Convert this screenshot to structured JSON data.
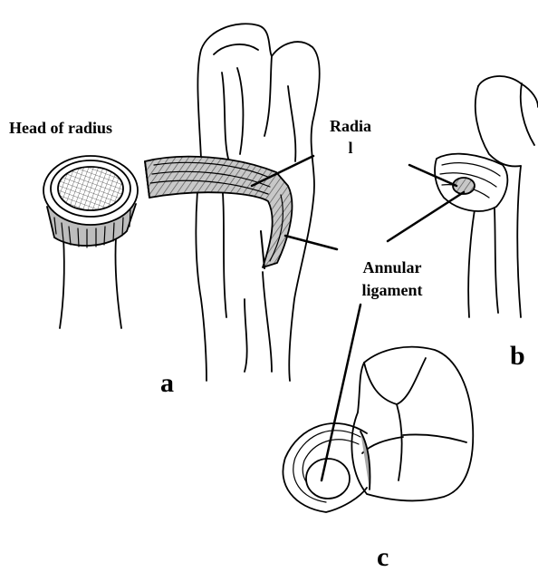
{
  "labels": {
    "head_of_radius": "Head of radius",
    "radial_line1": "Radia",
    "radial_line2": "l",
    "annular_line1": "Annular",
    "annular_line2": "ligament"
  },
  "panels": {
    "a": "a",
    "b": "b",
    "c": "c"
  },
  "colors": {
    "ink": "#000000",
    "paper": "#ffffff",
    "ligament_shade": "#9a9a9a"
  }
}
